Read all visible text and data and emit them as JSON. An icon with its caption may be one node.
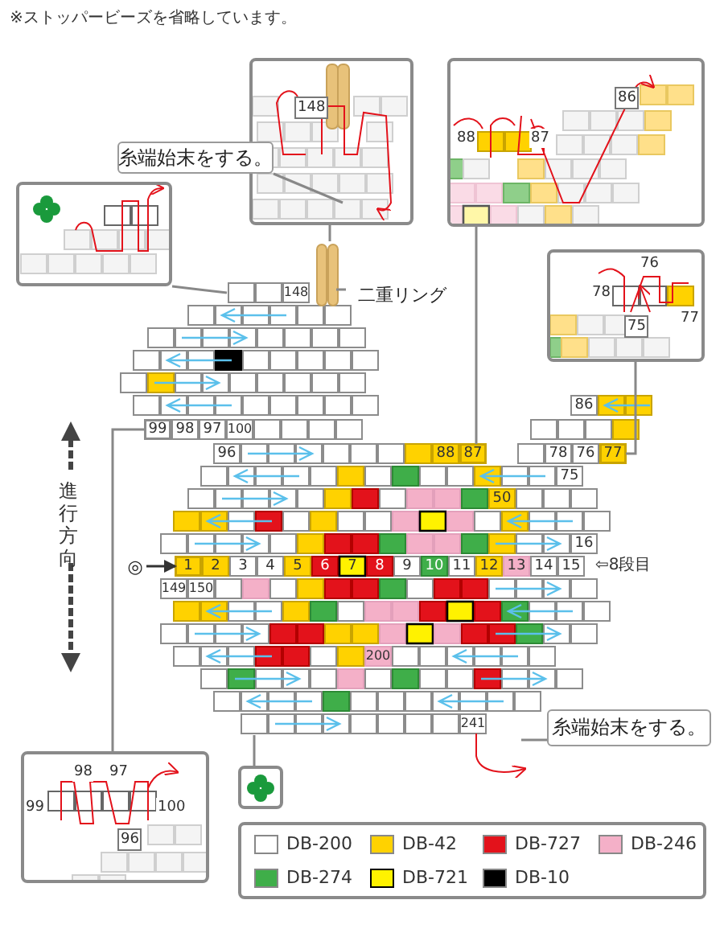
{
  "diagram": {
    "nodes": [
      {
        "text": [],
        "shape": "box"
      },
      {
        "text": [
          "148"
        ]
      },
      {
        "text": [
          "糸端始末をする。"
        ]
      },
      {
        "text": [
          "88",
          "87",
          "86"
        ]
      },
      {
        "text": [
          "76",
          "78",
          "75",
          "77"
        ]
      },
      {
        "text": [
          "98",
          "97",
          "99",
          "100",
          "96"
        ]
      },
      {
        "text": [],
        "shape": "box"
      },
      {
        "text": [
          "糸端始末をする。"
        ]
      },
      {
        "text": [
          "二重リング"
        ]
      },
      {
        "text": [
          "◎"
        ]
      },
      {
        "text": [
          "87"
        ]
      },
      {
        "text": [
          "77"
        ]
      },
      {
        "text": [
          "99"
        ]
      },
      {
        "text": [
          "1"
        ]
      }
    ],
    "edges": [
      {
        "from": 0,
        "to": null,
        "arrow": "none"
      },
      {
        "from": 1,
        "to": null,
        "arrow": "none"
      },
      {
        "from": 2,
        "to": 1,
        "arrow": "none"
      },
      {
        "from": 3,
        "to": 10,
        "arrow": "none"
      },
      {
        "from": 4,
        "to": 11,
        "arrow": "none"
      },
      {
        "from": 5,
        "to": 12,
        "arrow": "none"
      },
      {
        "from": 6,
        "to": null,
        "arrow": "none"
      },
      {
        "from": 7,
        "to": null,
        "arrow": "none"
      },
      {
        "from": 8,
        "to": null,
        "arrow": "none"
      },
      {
        "from": 9,
        "to": 13,
        "arrow": "to"
      }
    ],
    "labels": [
      "※ストッパービーズを省略しています。",
      "進行方向",
      "148",
      "98",
      "97",
      "100",
      "96",
      "88",
      "86",
      "78",
      "76",
      "75",
      "50",
      "16",
      "2",
      "3",
      "4",
      "5",
      "6",
      "7",
      "8",
      "9",
      "10",
      "11",
      "12",
      "13",
      "14",
      "15",
      "149",
      "150",
      "200",
      "241",
      "⇦8段目"
    ],
    "legend": [
      {
        "text": "DB-200",
        "color": "#ffffff"
      },
      {
        "text": "DB-42",
        "color": "#ffd200"
      },
      {
        "text": "DB-727",
        "color": "#e3121b"
      },
      {
        "text": "DB-246",
        "color": "#f4b0c8"
      },
      {
        "text": "DB-274",
        "color": "#3fae49"
      },
      {
        "text": "DB-721",
        "color": "#fff200"
      },
      {
        "text": "DB-10",
        "color": "#000000"
      }
    ]
  }
}
